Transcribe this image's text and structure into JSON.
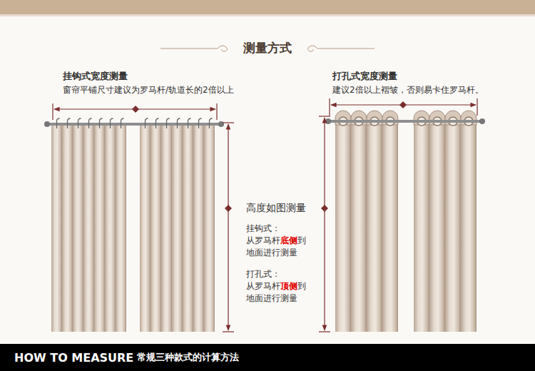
{
  "diagram": {
    "title": "测量方式",
    "nodes": [
      {
        "text": [
          "HOW TO MEASURE",
          "常规三种款式的计算方法"
        ]
      }
    ],
    "labels": [
      "挂钩式宽度测量",
      "窗帘平铺尺寸建议为罗马杆/轨道长的2倍以上",
      "打孔式宽度测量",
      "建议2倍以上褶皱，否则易卡住罗马杆。",
      "高度如图测量",
      "挂钩式：",
      "从罗马杆",
      "底侧",
      "到",
      "地面进行测量",
      "打孔式：",
      "从罗马杆",
      "顶侧",
      "到",
      "地面进行测量"
    ]
  }
}
